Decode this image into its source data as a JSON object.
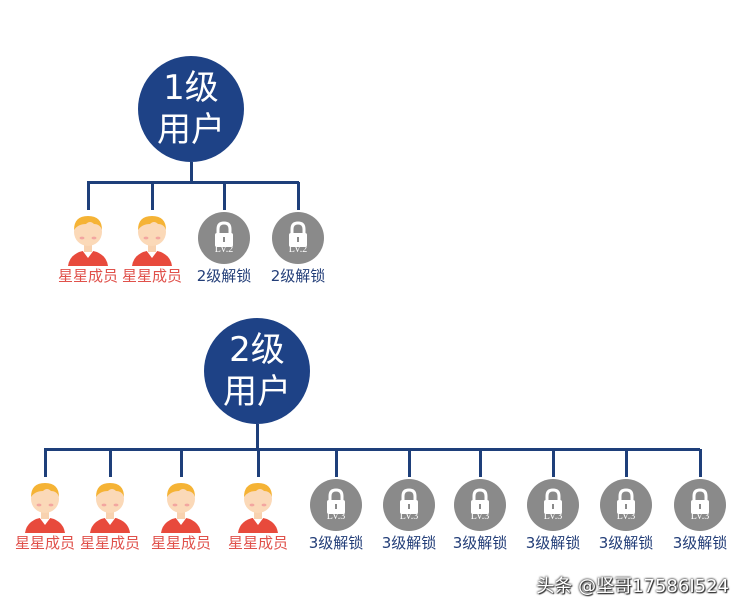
{
  "level1": {
    "title_line1": "1级",
    "title_line2": "用户",
    "nodes": [
      {
        "kind": "member",
        "label": "星星成员"
      },
      {
        "kind": "member",
        "label": "星星成员"
      },
      {
        "kind": "locked",
        "badge": "LV.2",
        "label": "2级解锁"
      },
      {
        "kind": "locked",
        "badge": "LV.2",
        "label": "2级解锁"
      }
    ]
  },
  "level2": {
    "title_line1": "2级",
    "title_line2": "用户",
    "nodes": [
      {
        "kind": "member",
        "label": "星星成员"
      },
      {
        "kind": "member",
        "label": "星星成员"
      },
      {
        "kind": "member",
        "label": "星星成员"
      },
      {
        "kind": "member",
        "label": "星星成员"
      },
      {
        "kind": "locked",
        "badge": "LV.3",
        "label": "3级解锁"
      },
      {
        "kind": "locked",
        "badge": "LV.3",
        "label": "3级解锁"
      },
      {
        "kind": "locked",
        "badge": "LV.3",
        "label": "3级解锁"
      },
      {
        "kind": "locked",
        "badge": "LV.3",
        "label": "3级解锁"
      },
      {
        "kind": "locked",
        "badge": "LV.3",
        "label": "3级解锁"
      },
      {
        "kind": "locked",
        "badge": "LV.3",
        "label": "3级解锁"
      }
    ]
  },
  "watermark": "头条 @坚哥17586I524",
  "colors": {
    "circle": "#1e4286",
    "line": "#1e3f7a",
    "member_label": "#e0514b",
    "locked_label": "#233e78",
    "lock_gray": "#8a8a8a"
  }
}
